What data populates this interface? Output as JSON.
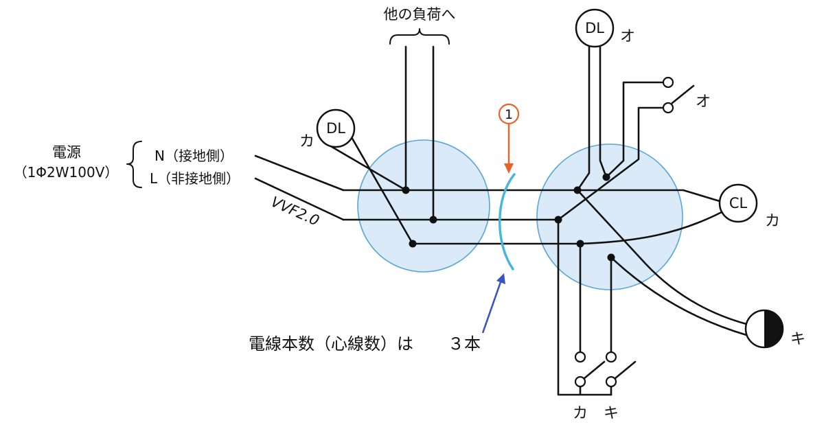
{
  "diagram": {
    "other_load_label": "他の負荷へ",
    "source": {
      "name": "電源",
      "spec": "（1Φ2W100V）",
      "neutral_label": "N（接地側）",
      "live_label": "L（非接地側）",
      "cable_label": "VVF2.0"
    },
    "devices": {
      "downlight_left": {
        "symbol": "DL",
        "tag": "カ"
      },
      "downlight_top": {
        "symbol": "DL",
        "tag": "オ"
      },
      "ceiling_light": {
        "symbol": "CL",
        "tag": "カ"
      },
      "wall_light": {
        "tag": "キ"
      },
      "switch_o": {
        "tag": "オ"
      },
      "switch_ka": {
        "tag": "カ"
      },
      "switch_ki": {
        "tag": "キ"
      }
    },
    "annotation": {
      "marker": "1",
      "note_prefix": "電線本数（心線数）は",
      "note_value": "３本"
    },
    "colors": {
      "box_fill": "#daeaf8",
      "box_stroke": "#56a5da",
      "wire": "#111111",
      "marker_orange": "#e8622a",
      "arc_cyan": "#45b7db",
      "arrow_blue": "#3a52c4",
      "note_red": "#e03030"
    }
  }
}
